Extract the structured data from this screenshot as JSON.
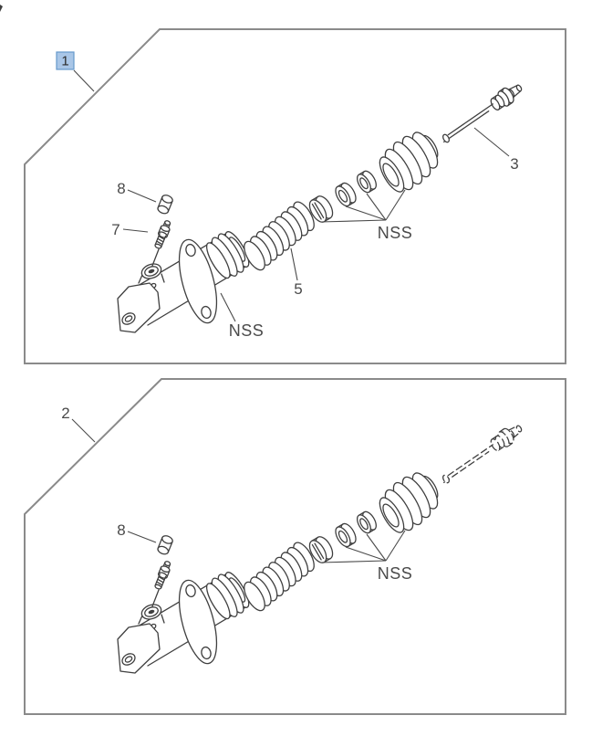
{
  "figure": {
    "type": "exploded-parts-diagram",
    "panels": [
      {
        "callout": "1",
        "selected": true,
        "labels": {
          "cap": "8",
          "bleeder": "7",
          "spring": "5",
          "pushrod": "3",
          "body_nss": "NSS",
          "seals_nss": "NSS"
        }
      },
      {
        "callout": "2",
        "selected": false,
        "labels": {
          "cap": "8",
          "seals_nss": "NSS"
        }
      }
    ],
    "colors": {
      "highlight_fill": "#a9c6e7",
      "highlight_border": "#6699cc",
      "line": "#3f3f3f",
      "label": "#4a4a4a",
      "panel_border": "#8a8a8a",
      "background": "#ffffff"
    }
  }
}
